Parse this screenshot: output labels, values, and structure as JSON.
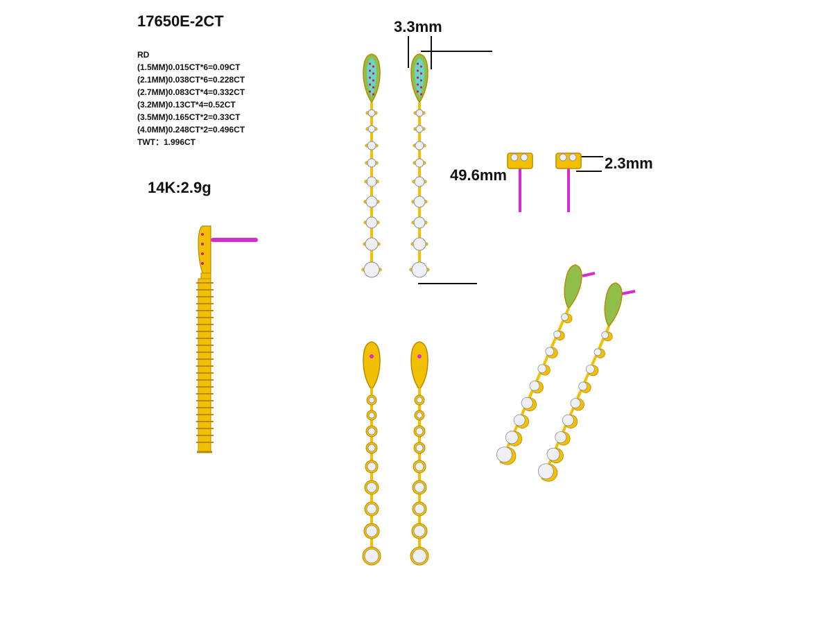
{
  "sheet": {
    "style_code": "17650E-2CT",
    "stone_shape": "RD",
    "stone_lines": [
      "(1.5MM)0.015CT*6=0.09CT",
      "(2.1MM)0.038CT*6=0.228CT",
      "(2.7MM)0.083CT*4=0.332CT",
      "(3.2MM)0.13CT*4=0.52CT",
      "(3.5MM)0.165CT*2=0.33CT",
      "(4.0MM)0.248CT*2=0.496CT"
    ],
    "total": "TWT：1.996CT",
    "metal_weight": "14K:2.9g"
  },
  "dimensions": {
    "top_width": "3.3mm",
    "length": "49.6mm",
    "head_height": "2.3mm"
  },
  "colors": {
    "gold": "#f2c000",
    "gold_dark": "#b98a00",
    "post": "#d62bd0",
    "diamond": "#eef0f4",
    "pave_teal": "#6ad6c9",
    "pave_red": "#d0185a"
  },
  "views": [
    "front-view",
    "side-view",
    "back-view",
    "top-view",
    "perspective-view"
  ]
}
